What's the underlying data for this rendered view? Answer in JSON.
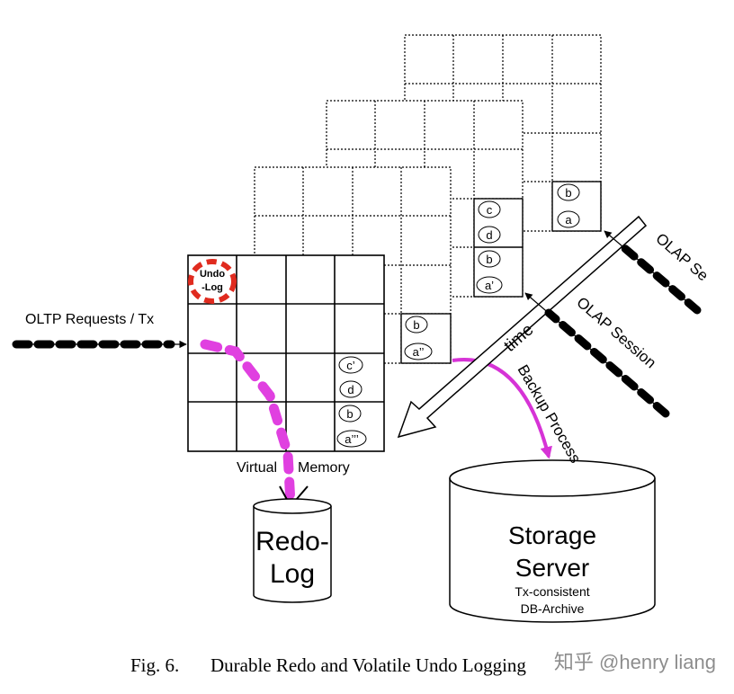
{
  "diagram": {
    "labels": {
      "oltp": "OLTP Requests / Tx",
      "virtual_memory_left": "Virtual",
      "virtual_memory_right": "Memory",
      "undo_line1": "Undo",
      "undo_line2": "-Log",
      "redo_line1": "Redo-",
      "redo_line2": "Log",
      "time": "time",
      "olap_session_1": "OLAP Se",
      "olap_session_2": "OLAP Session",
      "backup_process": "Backup Process",
      "storage_line1": "Storage",
      "storage_line2": "Server",
      "storage_sub1": "Tx-consistent",
      "storage_sub2": "DB-Archive"
    },
    "cells": {
      "main": [
        "c’",
        "d",
        "b",
        "a’’’"
      ],
      "page2": [
        "b",
        "a’’"
      ],
      "page3": [
        "c",
        "d",
        "b",
        "a’"
      ],
      "page4": [
        "b",
        "a"
      ]
    },
    "colors": {
      "undo_marker": "#e02b1f",
      "redo_path": "#e040e0",
      "backup_arrow": "#d633d6",
      "ink": "#000000"
    }
  },
  "caption": {
    "prefix": "Fig. 6.",
    "text": "Durable Redo and Volatile Undo Logging"
  },
  "watermark": "知乎 @henry liang"
}
